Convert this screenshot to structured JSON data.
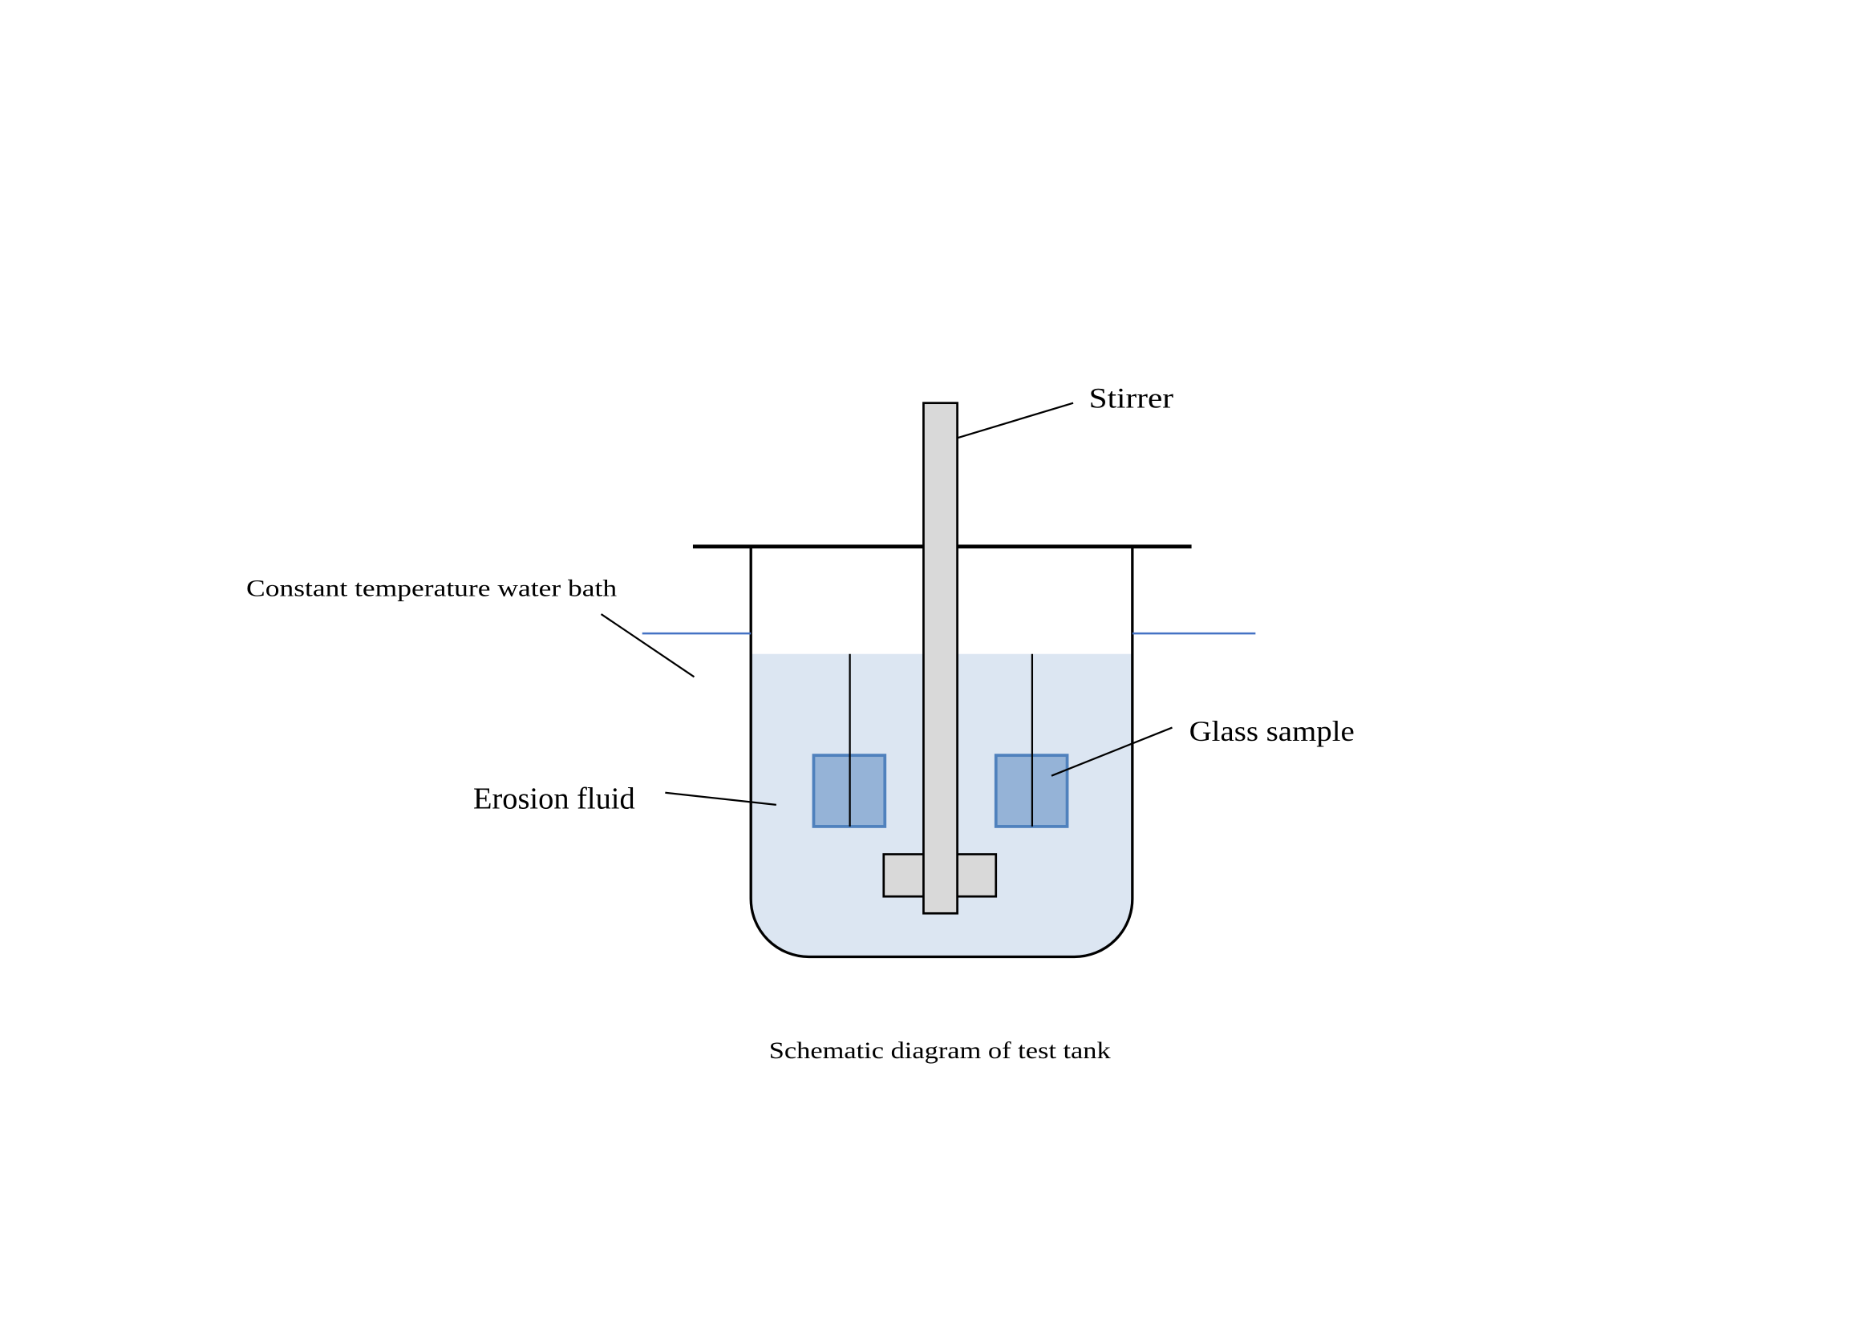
{
  "labels": {
    "stirrer": "Stirrer",
    "water_bath": "Constant temperature water bath",
    "erosion_fluid": "Erosion fluid",
    "glass_sample": "Glass sample"
  },
  "caption": "Schematic diagram of test tank",
  "colors": {
    "erosion_fluid": "#dce6f2",
    "glass_sample_fill": "#95b3d7",
    "glass_sample_outline": "#4f81bd",
    "stirrer": "#d9d9d9",
    "water_bath_level": "#4472c4",
    "outline": "#000000"
  }
}
